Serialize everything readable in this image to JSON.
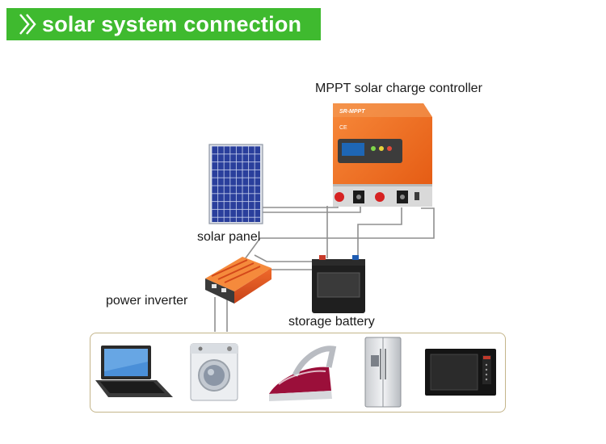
{
  "header": {
    "title": "solar system connection"
  },
  "labels": {
    "controller": "MPPT solar charge controller",
    "solar_panel": "solar panel",
    "inverter": "power inverter",
    "battery": "storage battery"
  },
  "controller_front": {
    "brand": "SR-MPPT",
    "mark": "CE"
  },
  "icons": [
    "chevron-right-icon",
    "solar-panel-icon",
    "charge-controller-icon",
    "battery-icon",
    "inverter-icon",
    "laptop-icon",
    "washing-machine-icon",
    "iron-icon",
    "refrigerator-icon",
    "microwave-icon"
  ],
  "colors": {
    "banner": "#3fba2f",
    "controller_body": "#f26a1b",
    "inverter_body": "#e8541e",
    "panel_cells": "#2a3f9c",
    "appliance_border": "#c4b58a"
  }
}
